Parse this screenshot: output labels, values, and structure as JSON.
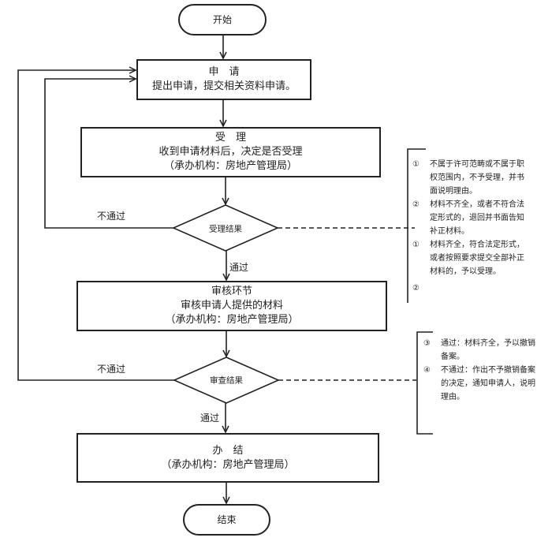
{
  "flowchart": {
    "start": {
      "label": "开始"
    },
    "apply": {
      "title": "申　请",
      "desc": "提出申请，提交相关资料申请。"
    },
    "accept": {
      "title": "受　理",
      "desc": "收到申请材料后，决定是否受理",
      "agency": "（承办机构：房地产管理局）"
    },
    "accept_decision": {
      "label": "受理结果",
      "fail_label": "不通过",
      "pass_label": "通过"
    },
    "review": {
      "title": "审核环节",
      "desc": "审核申请人提供的材料",
      "agency": "（承办机构：房地产管理局）"
    },
    "review_decision": {
      "label": "审查结果",
      "fail_label": "不通过",
      "pass_label": "通过"
    },
    "complete": {
      "title": "办　结",
      "agency": "（承办机构：房地产管理局）"
    },
    "end": {
      "label": "结束"
    },
    "accept_notes": [
      {
        "num": "①",
        "text": "不属于许可范畴或不属于职权范围内，不予受理，并书面说明理由。"
      },
      {
        "num": "②",
        "text": "材料不齐全，或者不符合法定形式的，退回并书面告知补正材料。"
      },
      {
        "num": "①",
        "text": "材料齐全，符合法定形式，或者按照要求提交全部补正材料的，予以受理。"
      },
      {
        "num": "②",
        "text": ""
      }
    ],
    "review_notes": [
      {
        "num": "③",
        "text": "通过：材料齐全，予以撤销备案。"
      },
      {
        "num": "④",
        "text": "不通过：作出不予撤销备案的决定，通知申请人，说明理由。"
      }
    ]
  },
  "colors": {
    "line": "#222222",
    "background": "#ffffff"
  }
}
